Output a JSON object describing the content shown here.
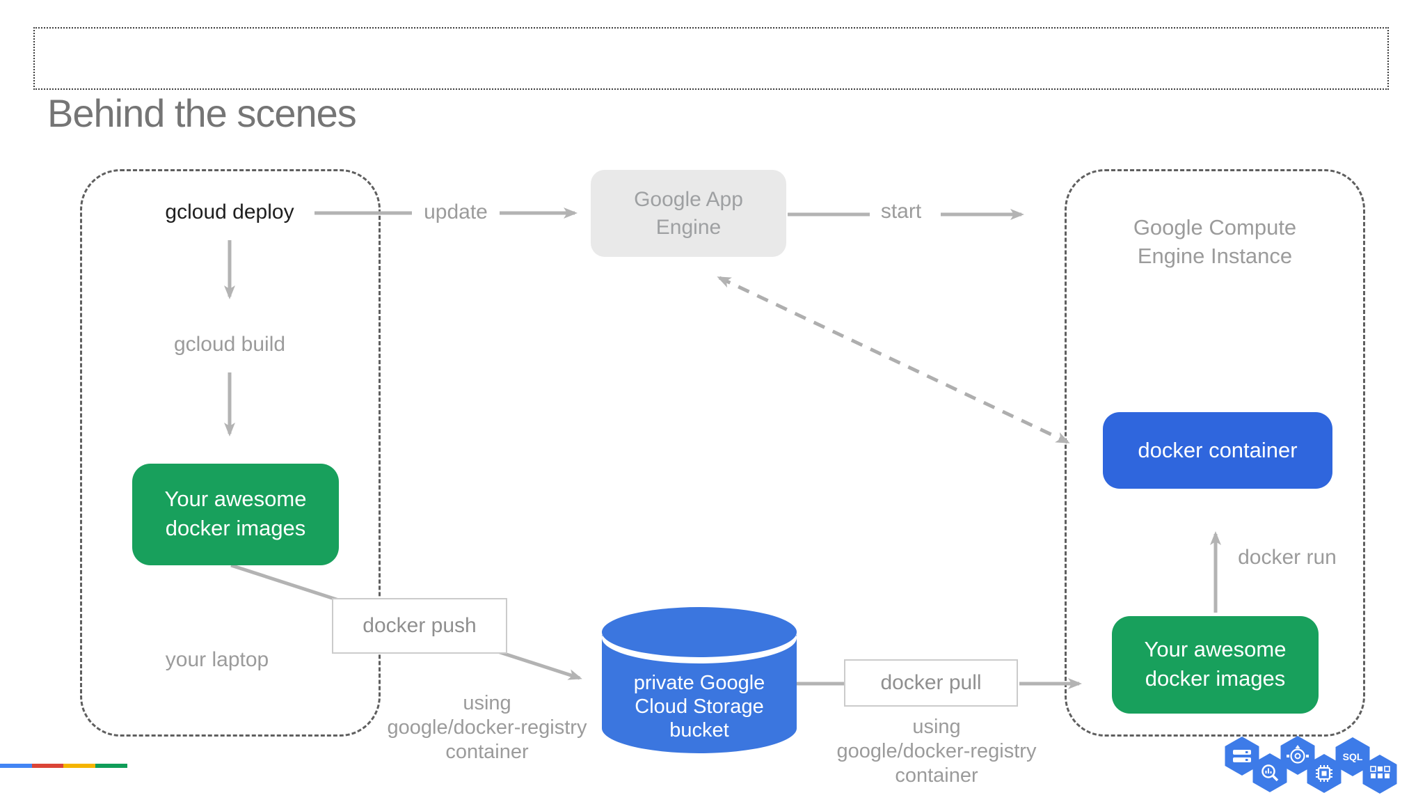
{
  "title": "Behind the scenes",
  "laptop_group": {
    "gcloud_deploy": "gcloud deploy",
    "gcloud_build": "gcloud build",
    "docker_images_line1": "Your awesome",
    "docker_images_line2": "docker images",
    "caption": "your laptop"
  },
  "flow_labels": {
    "update": "update",
    "start": "start",
    "docker_push": "docker push",
    "docker_pull": "docker pull",
    "docker_run": "docker run",
    "using_registry_line1": "using",
    "using_registry_line2": "google/docker-registry",
    "using_registry_line3": "container"
  },
  "app_engine": {
    "line1": "Google App",
    "line2": "Engine"
  },
  "storage_bucket": {
    "line1": "private Google",
    "line2": "Cloud Storage",
    "line3": "bucket"
  },
  "gce_group": {
    "title_line1": "Google Compute",
    "title_line2": "Engine Instance",
    "docker_container": "docker container",
    "docker_images_line1": "Your awesome",
    "docker_images_line2": "docker images"
  },
  "footer": {
    "hex_sql_label": "SQL",
    "google_bar_colors": [
      "#4285F4",
      "#DB4437",
      "#F4B400",
      "#0F9D58"
    ]
  },
  "colors": {
    "green_node": "#18A05C",
    "blue_node": "#2F66DD",
    "storage_blue": "#3B76DF",
    "hexagon_blue": "#3D7BE8",
    "light_gray_node": "#E9E9E9",
    "arrow_gray": "#B3B3B3",
    "dashed_border_gray": "#5F5F5F",
    "label_gray": "#9B9B9B",
    "title_gray": "#757575"
  }
}
